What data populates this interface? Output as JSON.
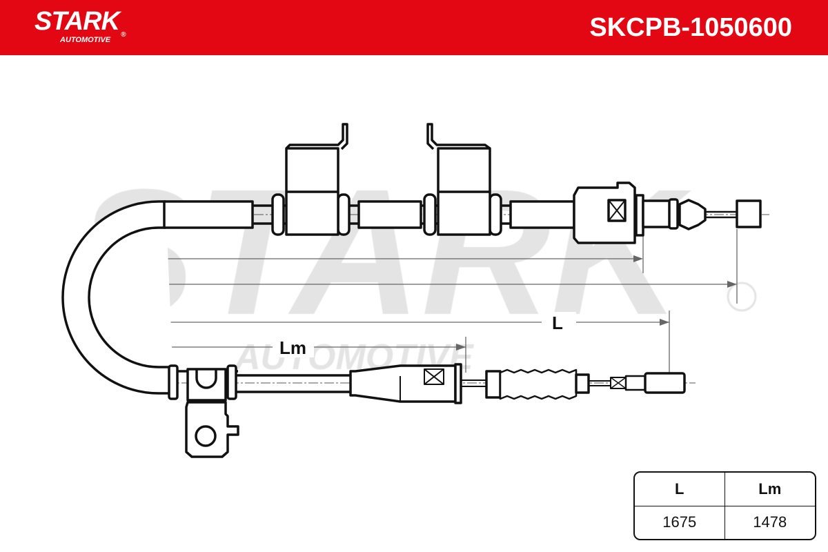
{
  "header": {
    "brand": "STARK",
    "brand_sub": "AUTOMOTIVE",
    "registered_mark": "®",
    "part_number": "SKCPB-1050600",
    "background_color": "#e30613"
  },
  "watermark": {
    "brand": "STARK",
    "sub": "AUTOMOTIVE"
  },
  "drawing": {
    "dimension_labels": {
      "L": "L",
      "Lm": "Lm"
    }
  },
  "dimensions_table": {
    "headers": [
      "L",
      "Lm"
    ],
    "values": [
      "1675",
      "1478"
    ]
  }
}
